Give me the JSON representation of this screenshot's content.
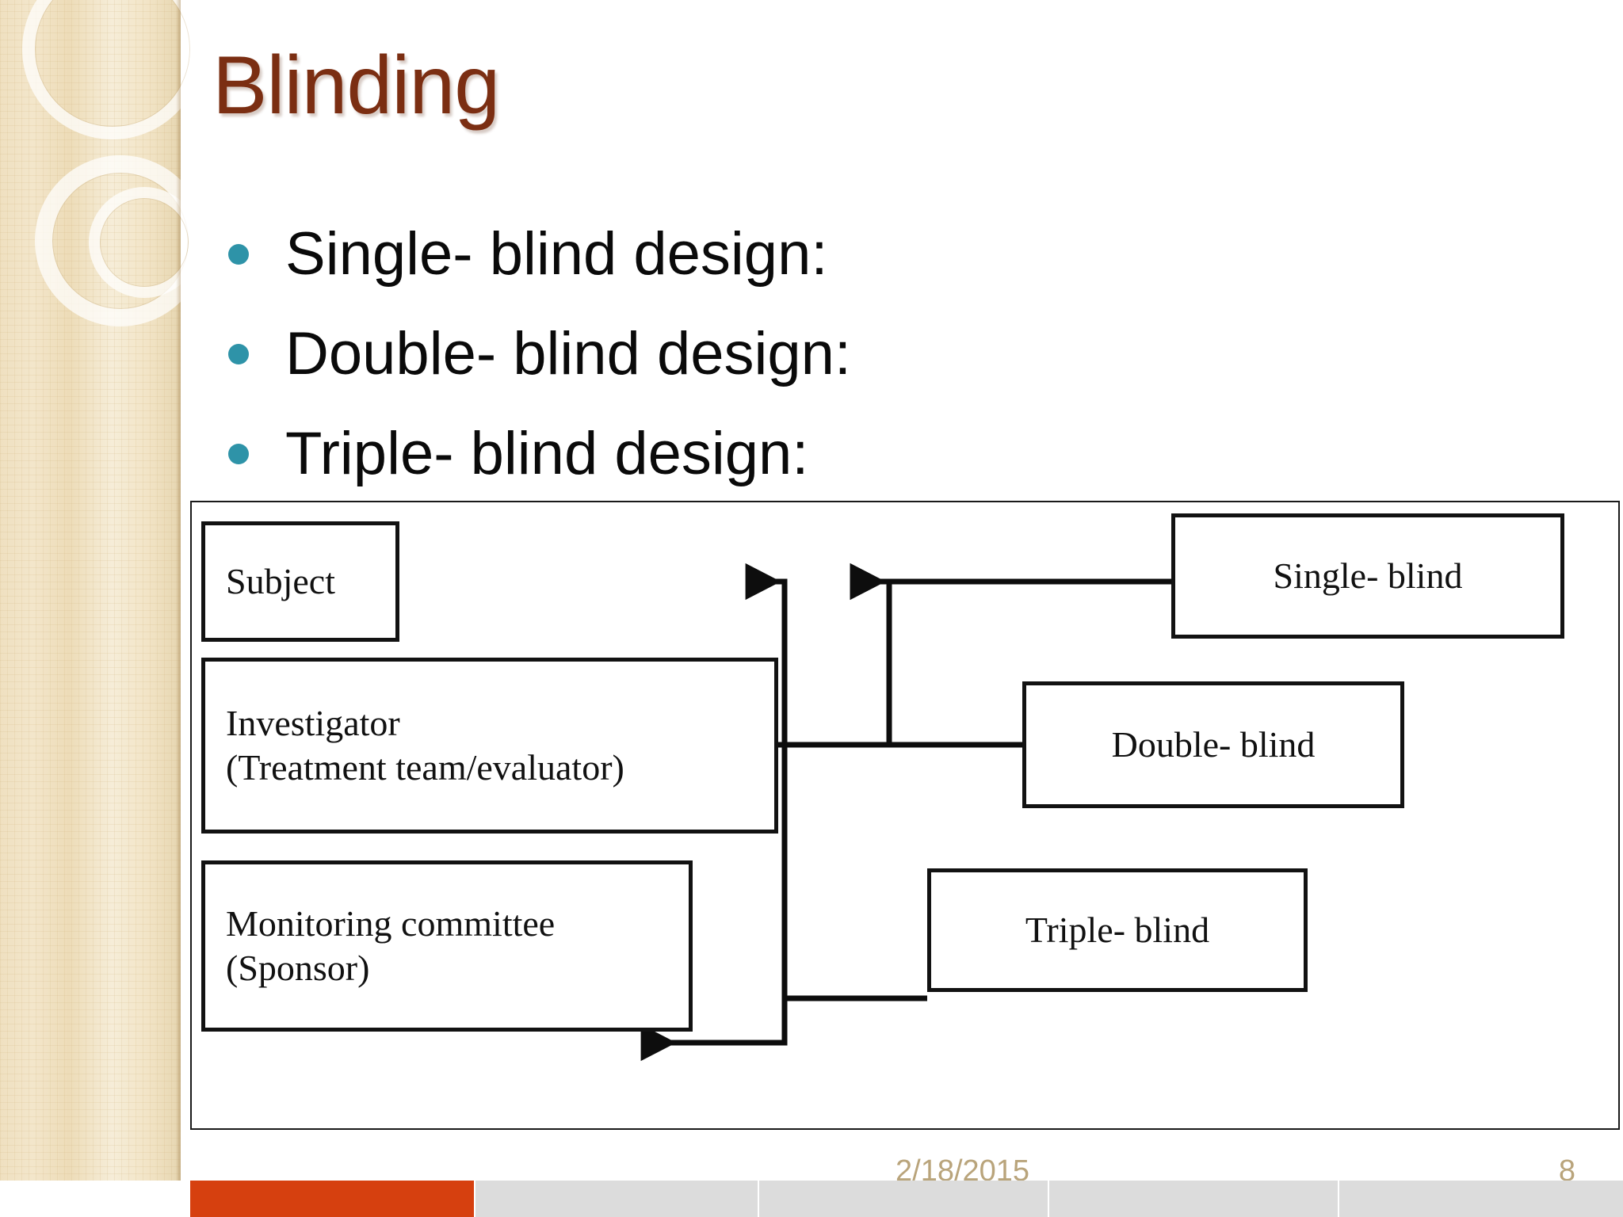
{
  "slide": {
    "title": "Blinding",
    "title_color": "#7B2E12",
    "accent_color": "#D6400F",
    "bullet_color": "#2E93A8",
    "footer_text_color": "#B9A47B"
  },
  "bullets": [
    {
      "text": "Single- blind design:"
    },
    {
      "text": "Double- blind design:"
    },
    {
      "text": "Triple- blind design:"
    }
  ],
  "diagram": {
    "left_boxes": [
      {
        "name": "subject",
        "lines": [
          "Subject"
        ]
      },
      {
        "name": "investigator",
        "lines": [
          "Investigator",
          "(Treatment team/evaluator)"
        ]
      },
      {
        "name": "monitoring-committee",
        "lines": [
          "Monitoring committee",
          "(Sponsor)"
        ]
      }
    ],
    "right_boxes": [
      {
        "name": "single-blind",
        "lines": [
          "Single- blind"
        ]
      },
      {
        "name": "double-blind",
        "lines": [
          "Double- blind"
        ]
      },
      {
        "name": "triple-blind",
        "lines": [
          "Triple- blind"
        ]
      }
    ],
    "connections": [
      {
        "from": "single-blind",
        "to": [
          "subject"
        ]
      },
      {
        "from": "double-blind",
        "to": [
          "subject",
          "investigator"
        ]
      },
      {
        "from": "triple-blind",
        "to": [
          "subject",
          "investigator",
          "monitoring-committee"
        ]
      }
    ]
  },
  "footer": {
    "date": "2/18/2015",
    "page_number": "8"
  }
}
